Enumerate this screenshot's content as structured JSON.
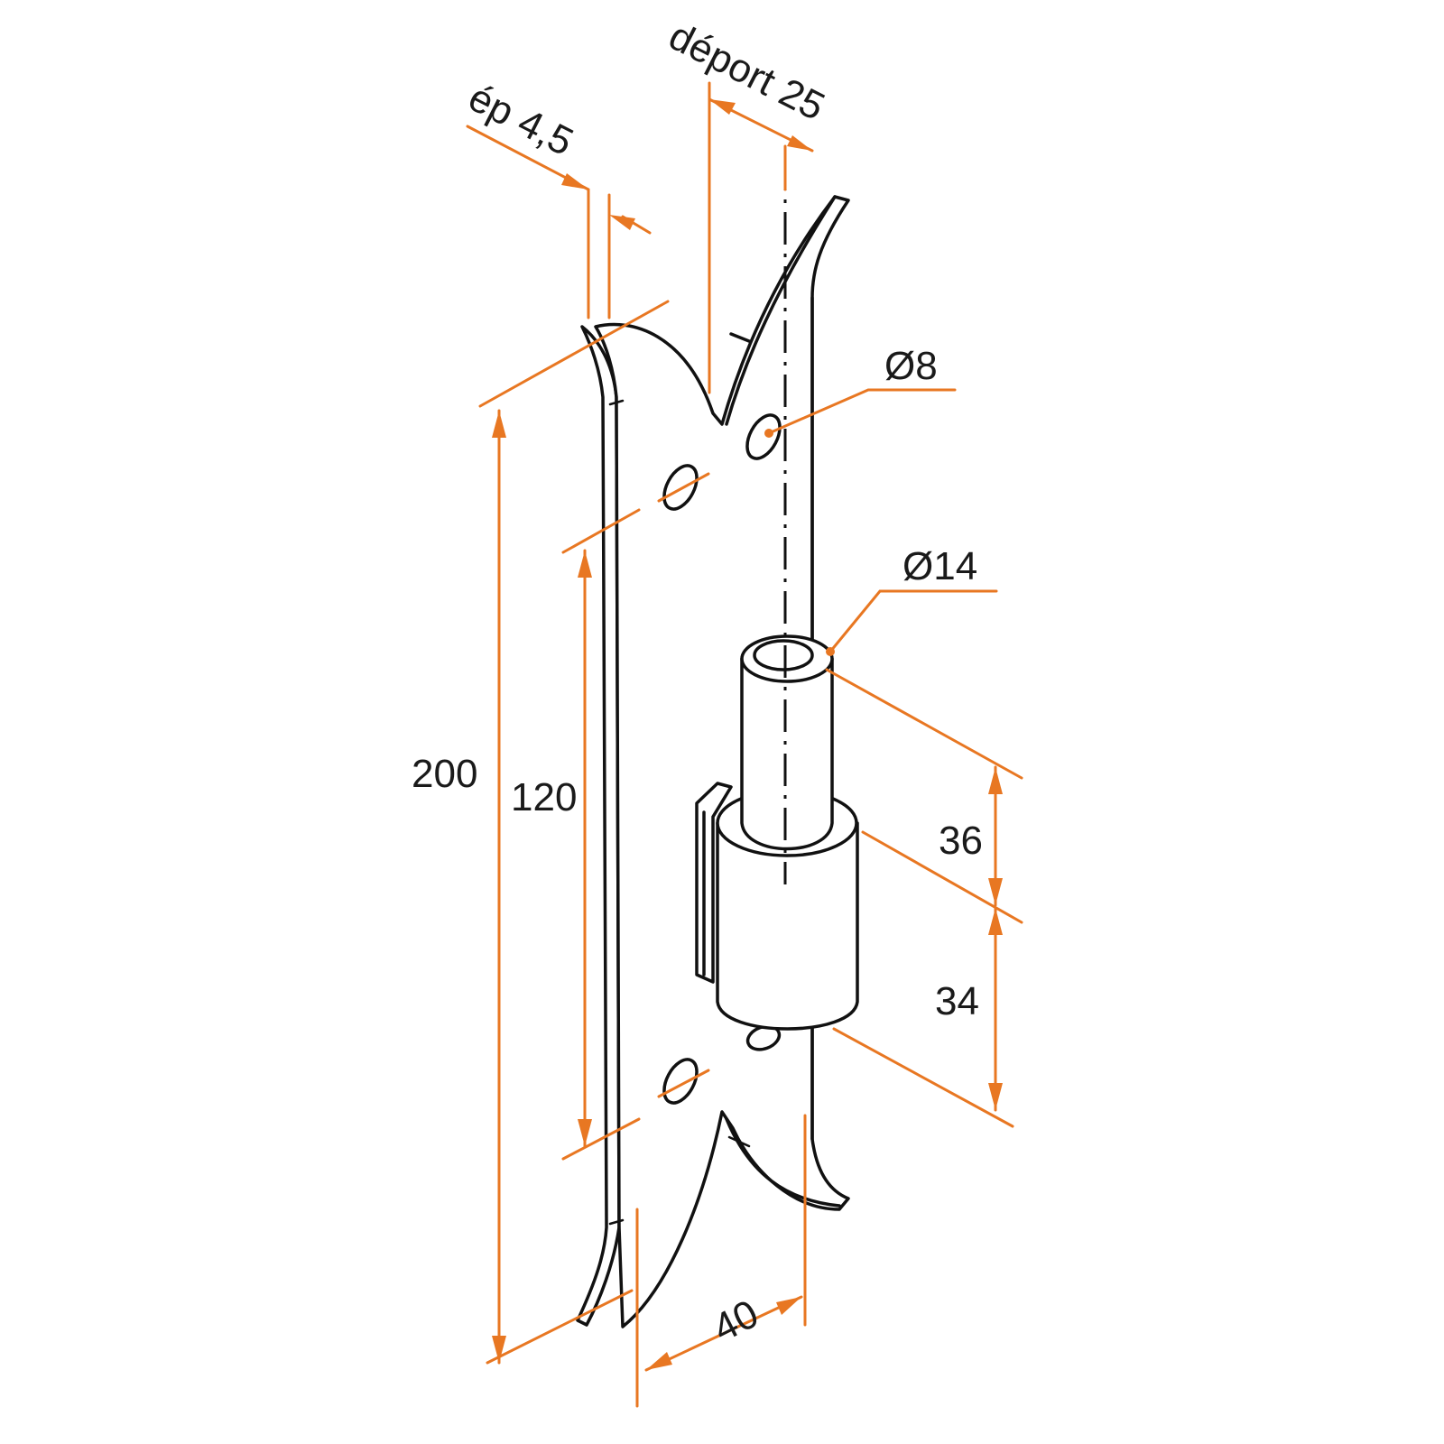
{
  "colors": {
    "dimension": "#e87722",
    "outline": "#111111"
  },
  "labels": {
    "thickness": "ép 4,5",
    "offset": "déport  25",
    "hole_diameter": "Ø8",
    "pin_diameter": "Ø14",
    "total_height": "200",
    "hole_spacing": "120",
    "pin_length": "36",
    "knuckle_length": "34",
    "plate_width": "40"
  }
}
